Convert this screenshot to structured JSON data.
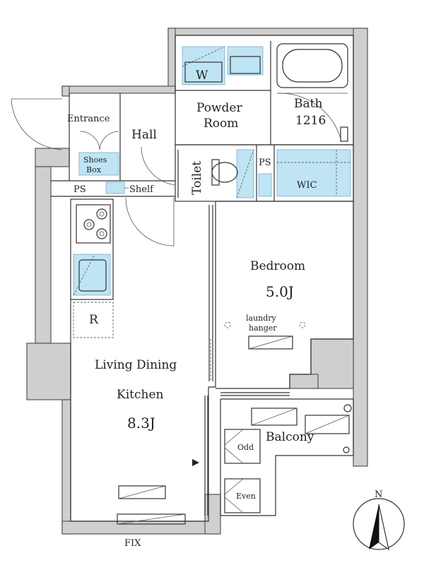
{
  "labels": {
    "entrance": "Entrance",
    "hall": "Hall",
    "powder_room_line1": "Powder",
    "powder_room_line2": "Room",
    "bath_line1": "Bath",
    "bath_line2": "1216",
    "washer": "W",
    "shoes_box_line1": "Shoes",
    "shoes_box_line2": "Box",
    "ps_left": "PS",
    "shelf": "Shelf",
    "toilet": "Toilet",
    "ps_right": "PS",
    "wic": "WIC",
    "bedroom": "Bedroom",
    "bedroom_size": "5.0J",
    "laundry_line1": "laundry",
    "laundry_line2": "hanger",
    "fridge": "R",
    "ldk_line1": "Living Dining",
    "ldk_line2": "Kitchen",
    "ldk_size": "8.3J",
    "balcony": "Balcony",
    "odd": "Odd",
    "even": "Even",
    "fix": "FIX",
    "north": "N"
  }
}
